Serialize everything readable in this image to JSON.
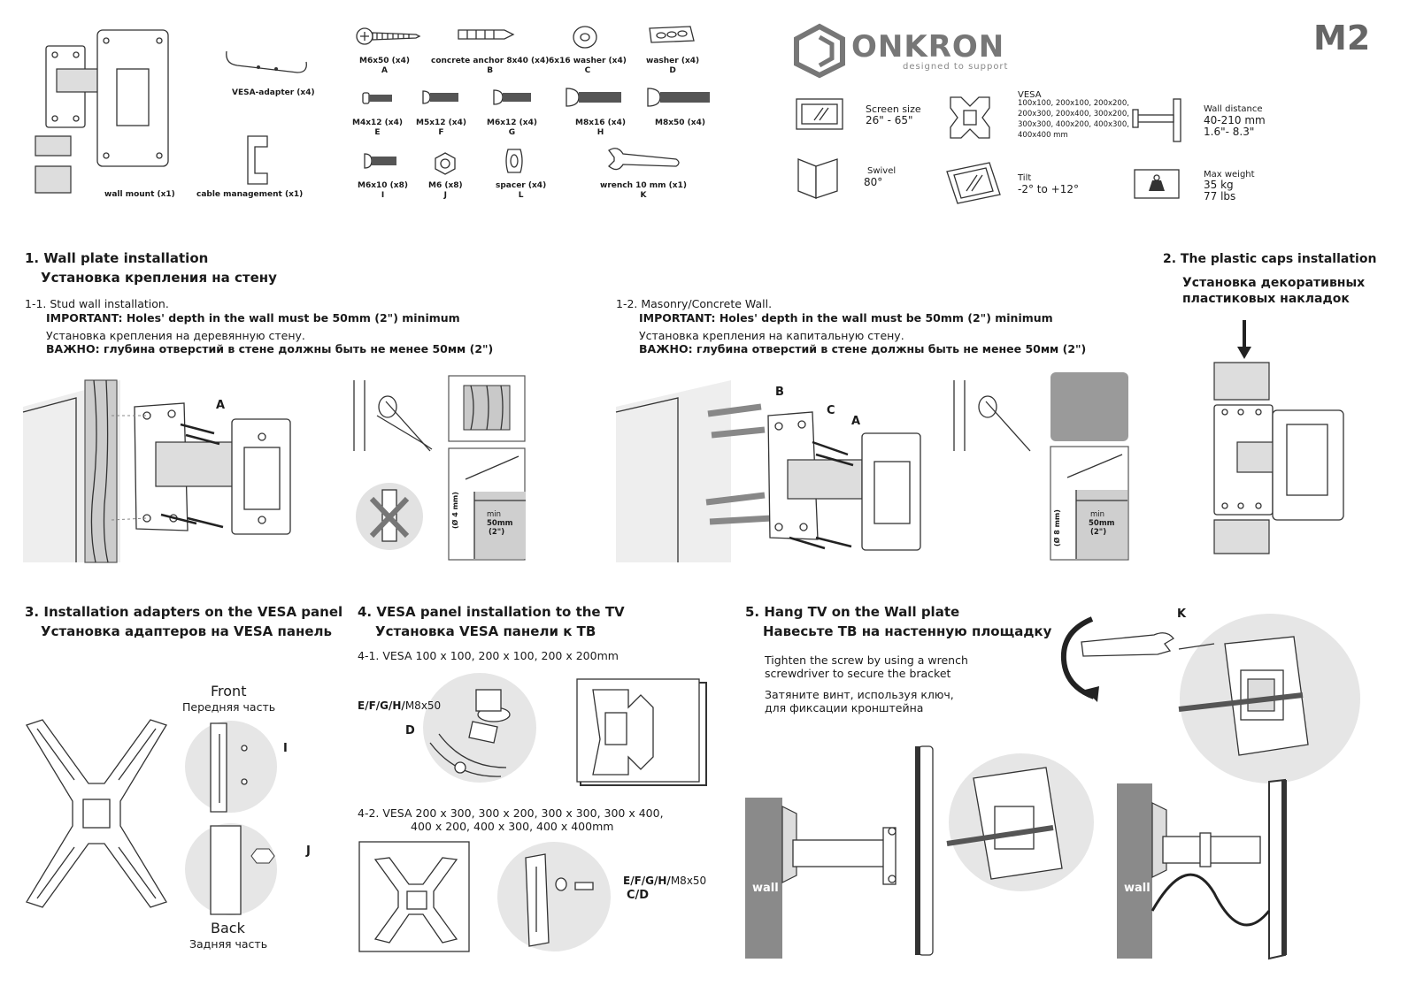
{
  "brand": {
    "name": "ONKRON",
    "tagline": "designed to support",
    "model": "M2"
  },
  "parts_left": {
    "wall_mount": "wall mount (x1)",
    "vesa_adapter": "VESA-adapter (x4)",
    "cable_management": "cable management (x1)"
  },
  "hardware": [
    {
      "name": "M6x50  (x4)",
      "code": "A"
    },
    {
      "name": "concrete anchor 8x40 (x4)",
      "code": "B"
    },
    {
      "name": "6x16 washer  (x4)",
      "code": "C"
    },
    {
      "name": "washer  (x4)",
      "code": "D"
    },
    {
      "name": "M4x12 (x4)",
      "code": "E"
    },
    {
      "name": "M5x12 (x4)",
      "code": "F"
    },
    {
      "name": "M6x12 (x4)",
      "code": "G"
    },
    {
      "name": "M8x16 (x4)",
      "code": "H"
    },
    {
      "name": "M8x50 (x4)",
      "code": ""
    },
    {
      "name": "M6x10 (x8)",
      "code": "I"
    },
    {
      "name": "M6 (x8)",
      "code": "J"
    },
    {
      "name": "spacer (x4)",
      "code": "L"
    },
    {
      "name": "wrench 10 mm (x1)",
      "code": "K"
    }
  ],
  "specs": {
    "screen_label": "Screen size",
    "screen_value": "26\" - 65\"",
    "vesa_label": "VESA",
    "vesa_values": [
      "100x100, 200x100, 200x200,",
      "200x300, 200x400, 300x200,",
      "300x300, 400x200, 400x300,",
      "400x400 mm"
    ],
    "wall_label": "Wall distance",
    "wall_value1": "40-210 mm",
    "wall_value2": "1.6\"- 8.3\"",
    "swivel_label": "Swivel",
    "swivel_value": "80°",
    "tilt_label": "Tilt",
    "tilt_value": "-2° to +12°",
    "weight_label": "Max weight",
    "weight_value1": "35 kg",
    "weight_value2": "77 lbs"
  },
  "step1": {
    "title": "1. Wall plate installation",
    "title_ru": "Установка крепления на стену",
    "s11_title": "1-1. Stud wall installation.",
    "s11_important": "IMPORTANT: Holes' depth in the wall must be 50mm (2\") minimum",
    "s11_ru": "Установка крепления на деревянную стену.",
    "s11_ru_imp": "ВАЖНО: глубина отверстий в стене должны быть не менее 50мм (2\")",
    "s12_title": "1-2. Masonry/Concrete Wall.",
    "s12_important": "IMPORTANT: Holes' depth in the wall must be 50mm (2\") minimum",
    "s12_ru": "Установка крепления на капитальную стену.",
    "s12_ru_imp": "ВАЖНО: глубина отверстий в стене должны быть не менее 50мм (2\")",
    "label_a": "A",
    "label_b": "B",
    "label_c": "C",
    "depth_min": "min",
    "depth_val": "50mm",
    "depth_in": "(2\")",
    "drill_4": "(Ø 4 mm)",
    "drill_8": "(Ø 8 mm)"
  },
  "step2": {
    "title": "2. The plastic caps installation",
    "title_ru1": "Установка декоративных",
    "title_ru2": "пластиковых накладок"
  },
  "step3": {
    "title": "3. Installation adapters on the VESA panel",
    "title_ru": "Установка адаптеров на VESA панель",
    "front": "Front",
    "front_ru": "Передняя часть",
    "back": "Back",
    "back_ru": "Задняя часть",
    "label_i": "I",
    "label_j": "J"
  },
  "step4": {
    "title": "4. VESA panel installation to the TV",
    "title_ru": "Установка VESA панели к ТВ",
    "s41": "4-1. VESA 100 x 100, 200 x 100, 200 x 200mm",
    "s42_line1": "4-2. VESA 200 x 300, 300 x 200, 300 x 300,  300 x 400,",
    "s42_line2": "400 x 200, 400 x 300, 400 x 400mm",
    "screw_label_bold": "E/F/G/H/",
    "screw_label": "M8x50",
    "label_d": "D",
    "label_cd": "C/D"
  },
  "step5": {
    "title": "5. Hang TV on the Wall plate",
    "title_ru": "Навесьте ТВ на настенную площадку",
    "text1": "Tighten the screw by using a wrench",
    "text2": "screwdriver to secure the bracket",
    "text_ru1": "Затяните винт, используя ключ,",
    "text_ru2": "для фиксации кронштейна",
    "wall": "wall",
    "label_k": "K"
  }
}
